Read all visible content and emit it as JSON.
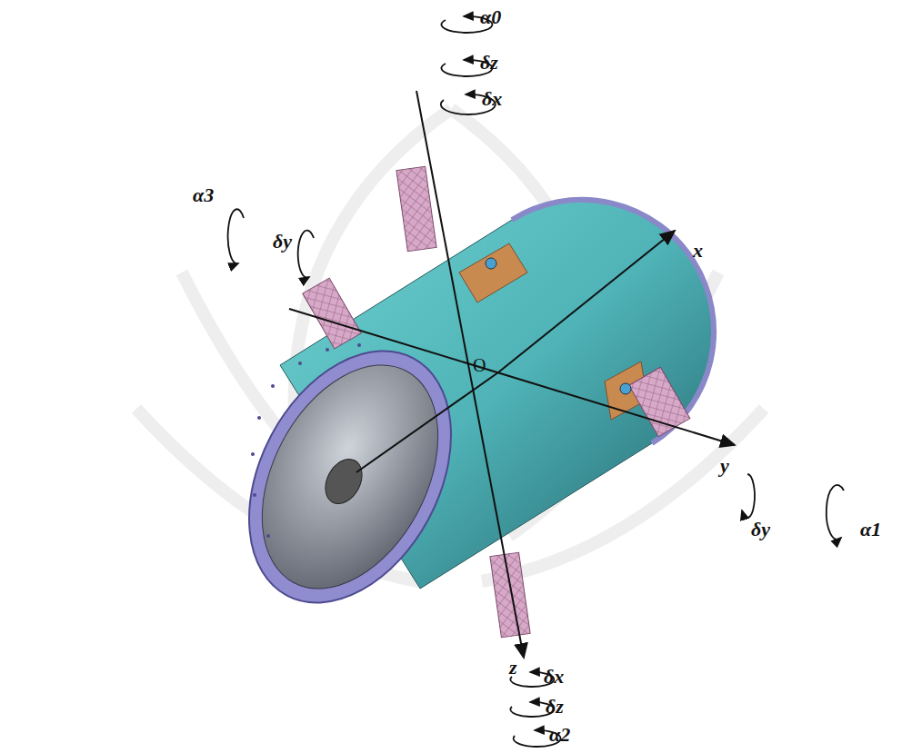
{
  "diagram": {
    "labels": [
      "α0",
      "δz",
      "δx",
      "α3",
      "δy",
      "x",
      "O",
      "y",
      "δy",
      "α1",
      "z",
      "δx",
      "δz",
      "α2"
    ]
  }
}
